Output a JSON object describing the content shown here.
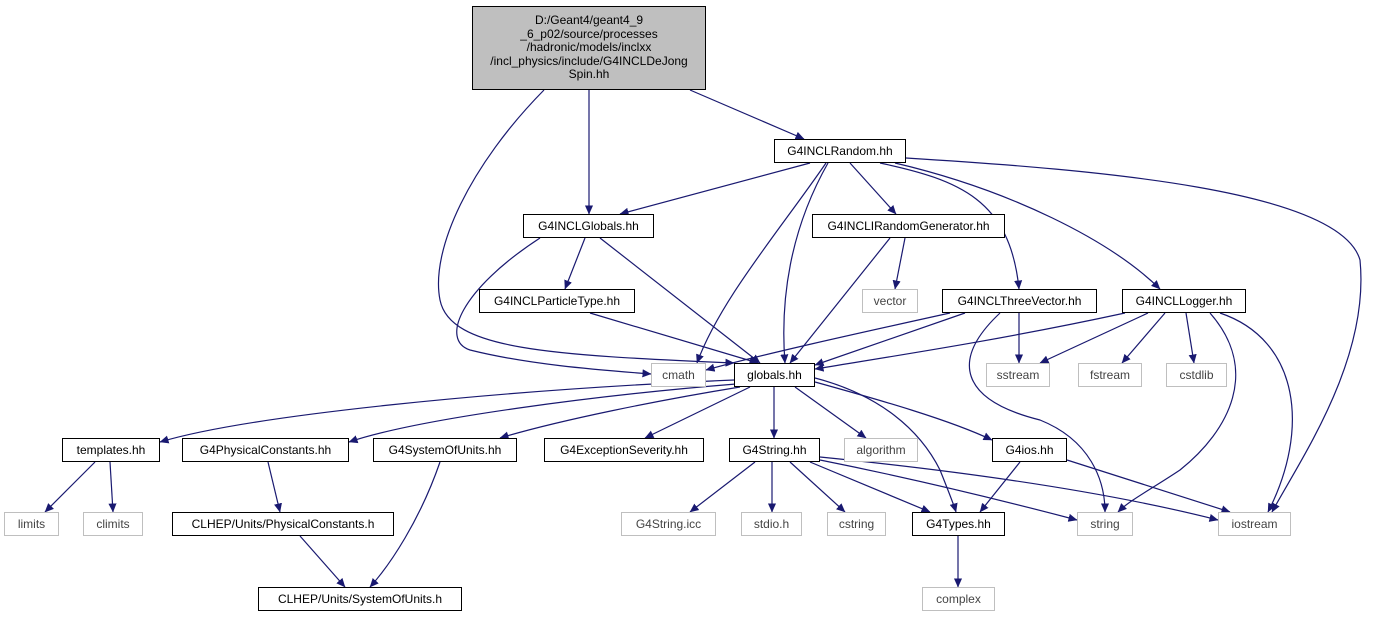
{
  "diagram": {
    "root": {
      "id": "root",
      "lines": [
        "D:/Geant4/geant4_9",
        "_6_p02/source/processes",
        "/hadronic/models/inclxx",
        "/incl_physics/include/G4INCLDeJong",
        "Spin.hh"
      ]
    },
    "nodes": [
      {
        "id": "random",
        "label": "G4INCLRandom.hh",
        "kind": "file"
      },
      {
        "id": "inclglobals",
        "label": "G4INCLGlobals.hh",
        "kind": "file"
      },
      {
        "id": "irandgen",
        "label": "G4INCLIRandomGenerator.hh",
        "kind": "file"
      },
      {
        "id": "particletype",
        "label": "G4INCLParticleType.hh",
        "kind": "file"
      },
      {
        "id": "vector",
        "label": "vector",
        "kind": "sys"
      },
      {
        "id": "threevector",
        "label": "G4INCLThreeVector.hh",
        "kind": "file"
      },
      {
        "id": "logger",
        "label": "G4INCLLogger.hh",
        "kind": "file"
      },
      {
        "id": "cmath",
        "label": "cmath",
        "kind": "sys"
      },
      {
        "id": "globals",
        "label": "globals.hh",
        "kind": "file"
      },
      {
        "id": "sstream",
        "label": "sstream",
        "kind": "sys"
      },
      {
        "id": "fstream",
        "label": "fstream",
        "kind": "sys"
      },
      {
        "id": "cstdlib",
        "label": "cstdlib",
        "kind": "sys"
      },
      {
        "id": "templates",
        "label": "templates.hh",
        "kind": "file"
      },
      {
        "id": "physconst",
        "label": "G4PhysicalConstants.hh",
        "kind": "file"
      },
      {
        "id": "sysunits",
        "label": "G4SystemOfUnits.hh",
        "kind": "file"
      },
      {
        "id": "excsev",
        "label": "G4ExceptionSeverity.hh",
        "kind": "file"
      },
      {
        "id": "g4string",
        "label": "G4String.hh",
        "kind": "file"
      },
      {
        "id": "algorithm",
        "label": "algorithm",
        "kind": "sys"
      },
      {
        "id": "g4ios",
        "label": "G4ios.hh",
        "kind": "file"
      },
      {
        "id": "limits",
        "label": "limits",
        "kind": "sys"
      },
      {
        "id": "climits",
        "label": "climits",
        "kind": "sys"
      },
      {
        "id": "clhepphys",
        "label": "CLHEP/Units/PhysicalConstants.h",
        "kind": "file"
      },
      {
        "id": "g4stringicc",
        "label": "G4String.icc",
        "kind": "sys"
      },
      {
        "id": "stdio",
        "label": "stdio.h",
        "kind": "sys"
      },
      {
        "id": "cstring",
        "label": "cstring",
        "kind": "sys"
      },
      {
        "id": "g4types",
        "label": "G4Types.hh",
        "kind": "file"
      },
      {
        "id": "string",
        "label": "string",
        "kind": "sys"
      },
      {
        "id": "iostream",
        "label": "iostream",
        "kind": "sys"
      },
      {
        "id": "clhepunits",
        "label": "CLHEP/Units/SystemOfUnits.h",
        "kind": "file"
      },
      {
        "id": "complex",
        "label": "complex",
        "kind": "sys"
      }
    ],
    "edges": [
      [
        "root",
        "random"
      ],
      [
        "root",
        "inclglobals"
      ],
      [
        "root",
        "globals"
      ],
      [
        "random",
        "inclglobals"
      ],
      [
        "random",
        "irandgen"
      ],
      [
        "random",
        "threevector"
      ],
      [
        "random",
        "logger"
      ],
      [
        "random",
        "cmath"
      ],
      [
        "random",
        "globals"
      ],
      [
        "random",
        "iostream"
      ],
      [
        "inclglobals",
        "particletype"
      ],
      [
        "inclglobals",
        "cmath"
      ],
      [
        "inclglobals",
        "globals"
      ],
      [
        "irandgen",
        "vector"
      ],
      [
        "irandgen",
        "globals"
      ],
      [
        "particletype",
        "globals"
      ],
      [
        "threevector",
        "cmath"
      ],
      [
        "threevector",
        "globals"
      ],
      [
        "threevector",
        "sstream"
      ],
      [
        "threevector",
        "string"
      ],
      [
        "logger",
        "globals"
      ],
      [
        "logger",
        "sstream"
      ],
      [
        "logger",
        "fstream"
      ],
      [
        "logger",
        "cstdlib"
      ],
      [
        "logger",
        "string"
      ],
      [
        "logger",
        "iostream"
      ],
      [
        "globals",
        "templates"
      ],
      [
        "globals",
        "physconst"
      ],
      [
        "globals",
        "sysunits"
      ],
      [
        "globals",
        "excsev"
      ],
      [
        "globals",
        "g4string"
      ],
      [
        "globals",
        "algorithm"
      ],
      [
        "globals",
        "g4ios"
      ],
      [
        "globals",
        "g4types"
      ],
      [
        "templates",
        "limits"
      ],
      [
        "templates",
        "climits"
      ],
      [
        "physconst",
        "clhepphys"
      ],
      [
        "clhepphys",
        "clhepunits"
      ],
      [
        "sysunits",
        "clhepunits"
      ],
      [
        "g4string",
        "g4stringicc"
      ],
      [
        "g4string",
        "stdio"
      ],
      [
        "g4string",
        "cstring"
      ],
      [
        "g4string",
        "g4types"
      ],
      [
        "g4string",
        "string"
      ],
      [
        "g4string",
        "iostream"
      ],
      [
        "g4ios",
        "g4types"
      ],
      [
        "g4ios",
        "iostream"
      ],
      [
        "g4types",
        "complex"
      ]
    ],
    "colors": {
      "edge": "#191970",
      "file_border": "#000000",
      "sys_border": "#bfbfbf",
      "root_fill": "#bfbfbf"
    }
  }
}
